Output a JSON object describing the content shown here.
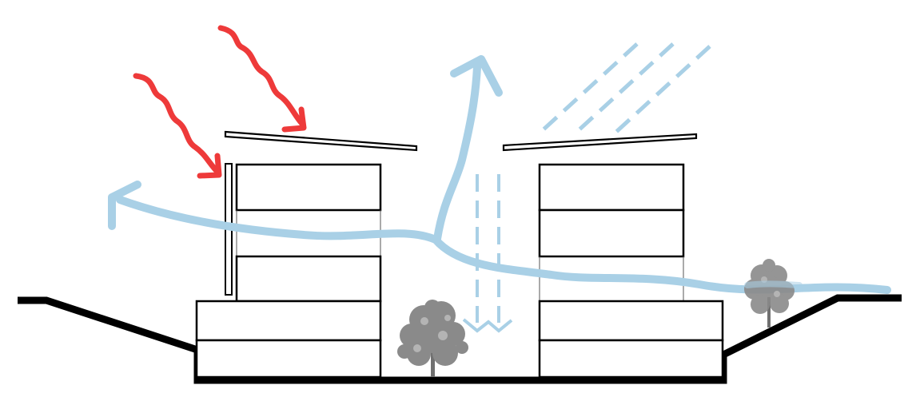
{
  "diagram": {
    "kind": "architectural-section",
    "elements": [
      "ground-terrain",
      "building-left",
      "building-right",
      "roof-left",
      "roof-right",
      "vertical-shading-fin",
      "tree-courtyard",
      "tree-right",
      "solar-radiation-arrows",
      "wind-flow-arrow",
      "stack-ventilation-arrow",
      "rain-lines",
      "rainwater-infiltration-arrows"
    ],
    "colors": {
      "structure": "#000000",
      "sun": "#ee3a3a",
      "air_water": "#a9d0e6",
      "tree": "#8a8a8a",
      "background": "#ffffff"
    },
    "icons": {
      "sun": "wavy-arrow",
      "wind": "curved-arrow",
      "rain": "dashed-diagonal-lines",
      "tree": "tree-silhouette"
    }
  }
}
